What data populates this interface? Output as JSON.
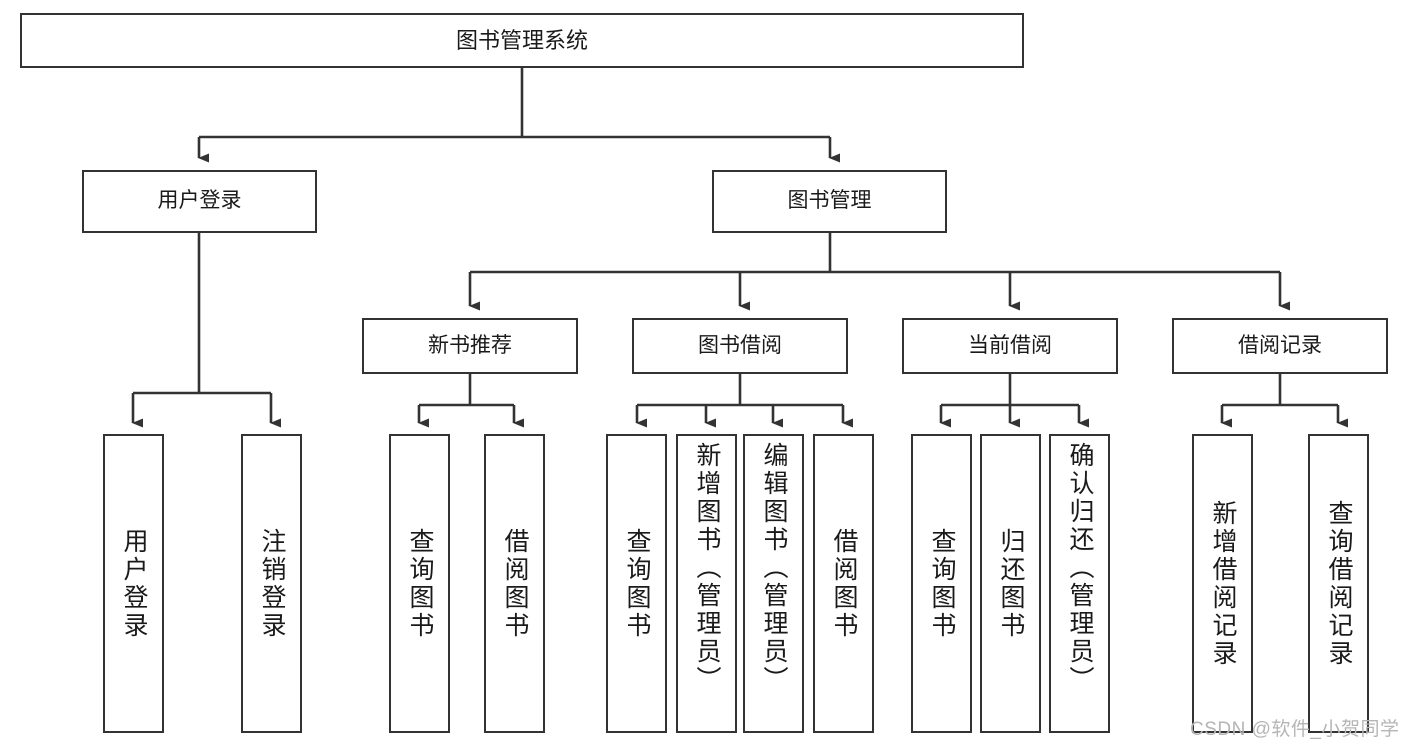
{
  "diagram": {
    "type": "tree",
    "title": "图书管理系统",
    "orientation": "top-down",
    "colors": {
      "node_border": "#333333",
      "node_fill": "#ffffff",
      "edge": "#333333",
      "text": "#1a1a1a",
      "watermark": "#b5b5b5",
      "background": "#ffffff"
    },
    "nodes": {
      "root": {
        "label": "图书管理系统"
      },
      "level2": [
        {
          "id": "user-login",
          "label": "用户登录"
        },
        {
          "id": "book-management",
          "label": "图书管理"
        }
      ],
      "level3": [
        {
          "id": "new-book-recommend",
          "label": "新书推荐"
        },
        {
          "id": "book-borrow",
          "label": "图书借阅"
        },
        {
          "id": "current-borrow",
          "label": "当前借阅"
        },
        {
          "id": "borrow-record",
          "label": "借阅记录"
        }
      ],
      "leaves": {
        "user-login": [
          {
            "id": "leaf-user-login",
            "label": "用户登录"
          },
          {
            "id": "leaf-logout",
            "label": "注销登录"
          }
        ],
        "new-book-recommend": [
          {
            "id": "leaf-query-book-1",
            "label": "查询图书"
          },
          {
            "id": "leaf-borrow-book-1",
            "label": "借阅图书"
          }
        ],
        "book-borrow": [
          {
            "id": "leaf-query-book-2",
            "label": "查询图书"
          },
          {
            "id": "leaf-add-book",
            "label": "新增图书（管理员）"
          },
          {
            "id": "leaf-edit-book",
            "label": "编辑图书（管理员）"
          },
          {
            "id": "leaf-borrow-book-2",
            "label": "借阅图书"
          }
        ],
        "current-borrow": [
          {
            "id": "leaf-query-book-3",
            "label": "查询图书"
          },
          {
            "id": "leaf-return-book",
            "label": "归还图书"
          },
          {
            "id": "leaf-confirm-return",
            "label": "确认归还（管理员）"
          }
        ],
        "borrow-record": [
          {
            "id": "leaf-add-record",
            "label": "新增借阅记录"
          },
          {
            "id": "leaf-query-record",
            "label": "查询借阅记录"
          }
        ]
      }
    }
  },
  "watermark": {
    "text": "CSDN @软件_小贺同学"
  }
}
